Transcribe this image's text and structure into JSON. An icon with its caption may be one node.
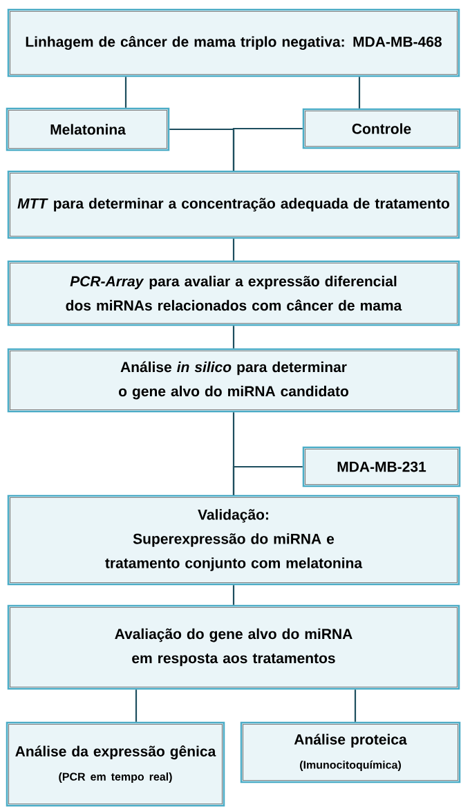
{
  "diagram": {
    "nodes": [
      {
        "text": [
          "Linhagem de câncer de mama triplo negativa: MDA-MB-468"
        ]
      },
      {
        "text": [
          "Melatonina"
        ]
      },
      {
        "text": [
          "Controle"
        ]
      },
      {
        "text": [
          "*MTT*  para determinar a concentração adequada de tratamento"
        ]
      },
      {
        "text": [
          "*PCR-Array* para avaliar a expressão diferencial dos miRNAs relacionados com câncer de mama"
        ]
      },
      {
        "text": [
          "Análise *in silico* para determinar o gene alvo do miRNA candidato"
        ]
      },
      {
        "text": [
          "MDA-MB-231"
        ]
      },
      {
        "text": [
          "Validação:",
          "Superexpressão do miRNA e tratamento conjunto com melatonina"
        ]
      },
      {
        "text": [
          "Avaliação do gene alvo do miRNA em resposta aos tratamentos"
        ]
      },
      {
        "text": [
          "Análise da expressão gênica",
          "(PCR em tempo real)"
        ]
      },
      {
        "text": [
          "Análise proteica",
          "(Imunocitoquímica)"
        ]
      }
    ],
    "edges": [
      {
        "from": 0,
        "to": 1,
        "arrow": "none"
      },
      {
        "from": 0,
        "to": 2,
        "arrow": "none"
      },
      {
        "from": 1,
        "to": 3,
        "arrow": "none"
      },
      {
        "from": 2,
        "to": 3,
        "arrow": "none"
      },
      {
        "from": 3,
        "to": 4,
        "arrow": "none"
      },
      {
        "from": 4,
        "to": 5,
        "arrow": "none"
      },
      {
        "from": 5,
        "to": 7,
        "arrow": "none"
      },
      {
        "from": 6,
        "to": 7,
        "arrow": "none"
      },
      {
        "from": 7,
        "to": 8,
        "arrow": "none"
      },
      {
        "from": 8,
        "to": 9,
        "arrow": "none"
      },
      {
        "from": 8,
        "to": 10,
        "arrow": "none"
      }
    ]
  }
}
